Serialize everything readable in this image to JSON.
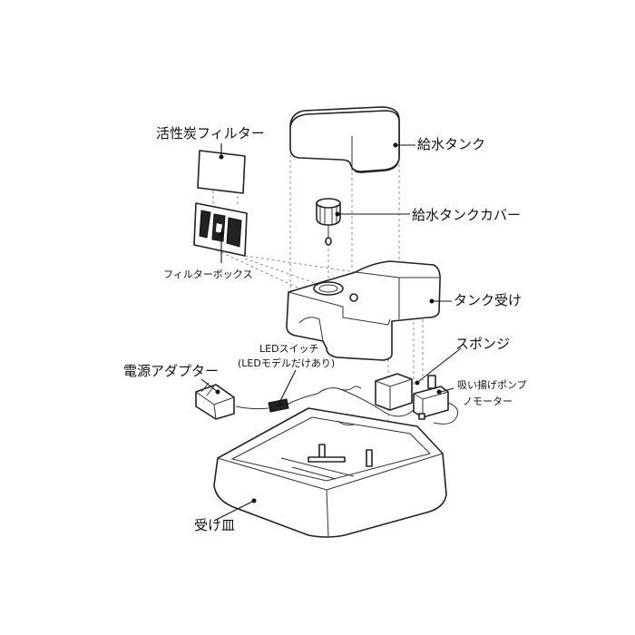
{
  "labels": {
    "carbon_filter": "活性炭フィルター",
    "water_tank": "給水タンク",
    "water_tank_cover": "給水タンクカバー",
    "filter_box": "フィルターボックス",
    "tank_holder": "タンク受け",
    "sponge": "スポンジ",
    "led_switch_line1": "LEDスイッチ",
    "led_switch_line2": "(LEDモデルだけあり)",
    "power_adapter": "電源アダプター",
    "pump_line1": "吸い揚げポンプ",
    "pump_line2": "ノモーター",
    "tray": "受け皿"
  }
}
